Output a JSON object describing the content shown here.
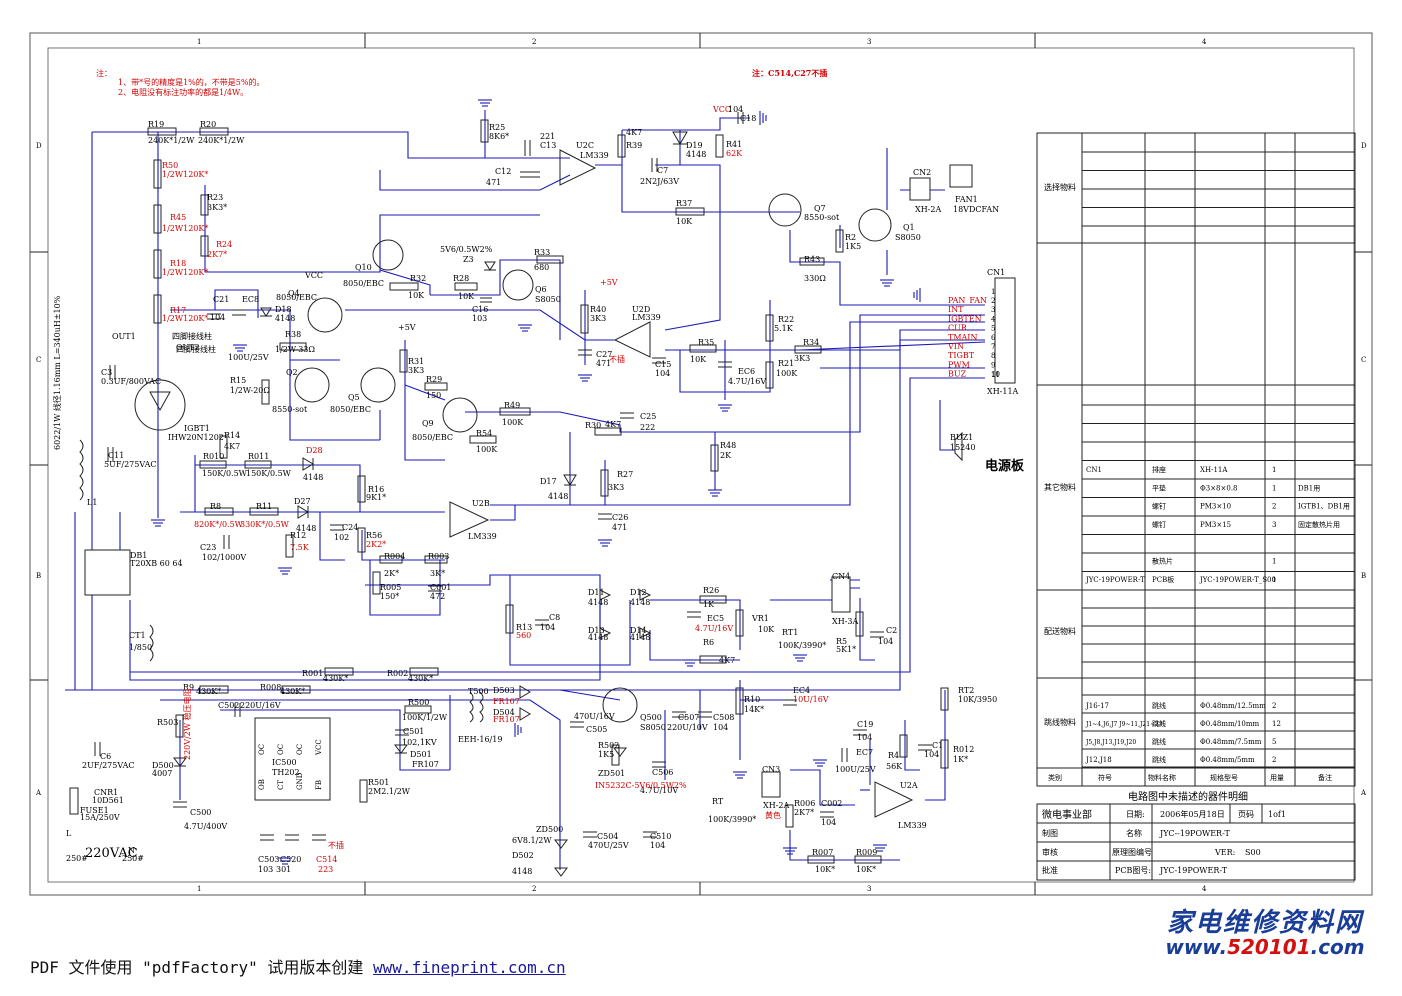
{
  "notes": {
    "title": "注：",
    "line1": "1、带*号的精度是1%的，不带是5%的。",
    "line2": "2、电阻没有标注功率的都是1/4W。",
    "top_note": "注：C514,C27不插"
  },
  "grid": {
    "cols": [
      "1",
      "2",
      "3",
      "4"
    ],
    "rows": [
      "D",
      "C",
      "B",
      "A"
    ]
  },
  "labels": [
    {
      "t": "R19",
      "c": "k"
    },
    {
      "t": "240K*1/2W",
      "c": "k"
    },
    {
      "t": "R20",
      "c": "k"
    },
    {
      "t": "240K*1/2W",
      "c": "k"
    },
    {
      "t": "R50",
      "c": "r"
    },
    {
      "t": "1/2W120K*",
      "c": "r"
    },
    {
      "t": "R45",
      "c": "r"
    },
    {
      "t": "1/2W120K*",
      "c": "r"
    },
    {
      "t": "R18",
      "c": "r"
    },
    {
      "t": "1/2W120K*",
      "c": "r"
    },
    {
      "t": "R17",
      "c": "r"
    },
    {
      "t": "1/2W120K*",
      "c": "r"
    },
    {
      "t": "R23",
      "c": "k"
    },
    {
      "t": "3K3*",
      "c": "k"
    },
    {
      "t": "R24",
      "c": "r"
    },
    {
      "t": "2K7*",
      "c": "r"
    },
    {
      "t": "R25",
      "c": "k"
    },
    {
      "t": "8K6*",
      "c": "k"
    },
    {
      "t": "221",
      "c": "k"
    },
    {
      "t": "C13",
      "c": "k"
    },
    {
      "t": "C12",
      "c": "k"
    },
    {
      "t": "471",
      "c": "k"
    },
    {
      "t": "U2C",
      "c": "k"
    },
    {
      "t": "LM339",
      "c": "k"
    },
    {
      "t": "R39",
      "c": "k"
    },
    {
      "t": "4K7",
      "c": "k"
    },
    {
      "t": "D19",
      "c": "k"
    },
    {
      "t": "4148",
      "c": "k"
    },
    {
      "t": "C7",
      "c": "k"
    },
    {
      "t": "2N2J/63V",
      "c": "k"
    },
    {
      "t": "R41",
      "c": "k"
    },
    {
      "t": "62K",
      "c": "r"
    },
    {
      "t": "VCC",
      "c": "r"
    },
    {
      "t": "C18",
      "c": "k"
    },
    {
      "t": "104",
      "c": "k"
    },
    {
      "t": "R37",
      "c": "k"
    },
    {
      "t": "10K",
      "c": "k"
    },
    {
      "t": "Q7",
      "c": "k"
    },
    {
      "t": "8550-sot",
      "c": "k"
    },
    {
      "t": "Q1",
      "c": "k"
    },
    {
      "t": "S8050",
      "c": "k"
    },
    {
      "t": "R2",
      "c": "k"
    },
    {
      "t": "1K5",
      "c": "k"
    },
    {
      "t": "R43",
      "c": "k"
    },
    {
      "t": "330Ω",
      "c": "k"
    },
    {
      "t": "CN2",
      "c": "k"
    },
    {
      "t": "XH-2A",
      "c": "k"
    },
    {
      "t": "FAN1",
      "c": "k"
    },
    {
      "t": "18VDCFAN",
      "c": "k"
    },
    {
      "t": "Q10",
      "c": "k"
    },
    {
      "t": "8050/EBC",
      "c": "k"
    },
    {
      "t": "R32",
      "c": "k"
    },
    {
      "t": "10K",
      "c": "k"
    },
    {
      "t": "Z3",
      "c": "k"
    },
    {
      "t": "5V6/0.5W2%",
      "c": "k"
    },
    {
      "t": "R28",
      "c": "k"
    },
    {
      "t": "10K",
      "c": "k"
    },
    {
      "t": "C16",
      "c": "k"
    },
    {
      "t": "103",
      "c": "k"
    },
    {
      "t": "R33",
      "c": "k"
    },
    {
      "t": "680",
      "c": "k"
    },
    {
      "t": "Q6",
      "c": "k"
    },
    {
      "t": "S8050",
      "c": "k"
    },
    {
      "t": "R40",
      "c": "k"
    },
    {
      "t": "3K3",
      "c": "k"
    },
    {
      "t": "U2D",
      "c": "k"
    },
    {
      "t": "LM339",
      "c": "k"
    },
    {
      "t": "C27",
      "c": "k"
    },
    {
      "t": "471",
      "c": "k"
    },
    {
      "t": "不插",
      "c": "r"
    },
    {
      "t": "R35",
      "c": "k"
    },
    {
      "t": "10K",
      "c": "k"
    },
    {
      "t": "C15",
      "c": "k"
    },
    {
      "t": "104",
      "c": "k"
    },
    {
      "t": "EC6",
      "c": "k"
    },
    {
      "t": "4.7U/16V",
      "c": "k"
    },
    {
      "t": "R22",
      "c": "k"
    },
    {
      "t": "5.1K",
      "c": "k"
    },
    {
      "t": "R21",
      "c": "k"
    },
    {
      "t": "100K",
      "c": "k"
    },
    {
      "t": "R34",
      "c": "k"
    },
    {
      "t": "3K3",
      "c": "k"
    },
    {
      "t": "CN1",
      "c": "k"
    },
    {
      "t": "XH-11A",
      "c": "k"
    },
    {
      "t": "C21",
      "c": "k"
    },
    {
      "t": "104",
      "c": "k"
    },
    {
      "t": "EC8",
      "c": "k"
    },
    {
      "t": "100U/25V",
      "c": "k"
    },
    {
      "t": "D18",
      "c": "k"
    },
    {
      "t": "4148",
      "c": "k"
    },
    {
      "t": "Q4",
      "c": "k"
    },
    {
      "t": "8050/EBC",
      "c": "k"
    },
    {
      "t": "R38",
      "c": "k"
    },
    {
      "t": "1/2W-33Ω",
      "c": "k"
    },
    {
      "t": "OUT1",
      "c": "k"
    },
    {
      "t": "四脚接线柱",
      "c": "k"
    },
    {
      "t": "OUT2",
      "c": "k"
    },
    {
      "t": "四脚接线柱",
      "c": "k"
    },
    {
      "t": "C3",
      "c": "k"
    },
    {
      "t": "0.3UF/800VAC",
      "c": "k"
    },
    {
      "t": "R15",
      "c": "k"
    },
    {
      "t": "1/2W-20Ω",
      "c": "k"
    },
    {
      "t": "Q2",
      "c": "k"
    },
    {
      "t": "8550-sot",
      "c": "k"
    },
    {
      "t": "Q5",
      "c": "k"
    },
    {
      "t": "8050/EBC",
      "c": "k"
    },
    {
      "t": "R31",
      "c": "k"
    },
    {
      "t": "3K3",
      "c": "k"
    },
    {
      "t": "R29",
      "c": "k"
    },
    {
      "t": "150",
      "c": "k"
    },
    {
      "t": "Q9",
      "c": "k"
    },
    {
      "t": "8050/EBC",
      "c": "k"
    },
    {
      "t": "R49",
      "c": "k"
    },
    {
      "t": "100K",
      "c": "k"
    },
    {
      "t": "R54",
      "c": "k"
    },
    {
      "t": "100K",
      "c": "k"
    },
    {
      "t": "C25",
      "c": "k"
    },
    {
      "t": "222",
      "c": "k"
    },
    {
      "t": "R30",
      "c": "k"
    },
    {
      "t": "4K7",
      "c": "k"
    },
    {
      "t": "R48",
      "c": "k"
    },
    {
      "t": "2K",
      "c": "k"
    },
    {
      "t": "IGBT1",
      "c": "k"
    },
    {
      "t": "IHW20N1202",
      "c": "k"
    },
    {
      "t": "R14",
      "c": "k"
    },
    {
      "t": "4K7",
      "c": "k"
    },
    {
      "t": "C11",
      "c": "k"
    },
    {
      "t": "5UF/275VAC",
      "c": "k"
    },
    {
      "t": "R010",
      "c": "k"
    },
    {
      "t": "150K/0.5W",
      "c": "k"
    },
    {
      "t": "R011",
      "c": "k"
    },
    {
      "t": "150K/0.5W",
      "c": "k"
    },
    {
      "t": "D28",
      "c": "r"
    },
    {
      "t": "4148",
      "c": "k"
    },
    {
      "t": "R16",
      "c": "k"
    },
    {
      "t": "9K1*",
      "c": "k"
    },
    {
      "t": "D17",
      "c": "k"
    },
    {
      "t": "4148",
      "c": "k"
    },
    {
      "t": "R27",
      "c": "k"
    },
    {
      "t": "3K3",
      "c": "k"
    },
    {
      "t": "C26",
      "c": "k"
    },
    {
      "t": "471",
      "c": "k"
    },
    {
      "t": "BUZ1",
      "c": "k"
    },
    {
      "t": "15240",
      "c": "k"
    },
    {
      "t": "R8",
      "c": "k"
    },
    {
      "t": "820K*/0.5W",
      "c": "r"
    },
    {
      "t": "R11",
      "c": "k"
    },
    {
      "t": "330K*/0.5W",
      "c": "r"
    },
    {
      "t": "D27",
      "c": "k"
    },
    {
      "t": "4148",
      "c": "k"
    },
    {
      "t": "C24",
      "c": "k"
    },
    {
      "t": "102",
      "c": "k"
    },
    {
      "t": "R12",
      "c": "k"
    },
    {
      "t": "7.5K",
      "c": "r"
    },
    {
      "t": "C23",
      "c": "k"
    },
    {
      "t": "102/1000V",
      "c": "k"
    },
    {
      "t": "R56",
      "c": "k"
    },
    {
      "t": "2K2*",
      "c": "r"
    },
    {
      "t": "U2B",
      "c": "k"
    },
    {
      "t": "LM339",
      "c": "k"
    },
    {
      "t": "DB1",
      "c": "k"
    },
    {
      "t": "T20XB 60 64",
      "c": "k"
    },
    {
      "t": "R004",
      "c": "k"
    },
    {
      "t": "2K*",
      "c": "k"
    },
    {
      "t": "R003",
      "c": "k"
    },
    {
      "t": "3K*",
      "c": "k"
    },
    {
      "t": "R005",
      "c": "k"
    },
    {
      "t": "150*",
      "c": "k"
    },
    {
      "t": "C001",
      "c": "k"
    },
    {
      "t": "472",
      "c": "k"
    },
    {
      "t": "D11",
      "c": "k"
    },
    {
      "t": "4148",
      "c": "k"
    },
    {
      "t": "D12",
      "c": "k"
    },
    {
      "t": "4148",
      "c": "k"
    },
    {
      "t": "D13",
      "c": "k"
    },
    {
      "t": "4148",
      "c": "k"
    },
    {
      "t": "D14",
      "c": "k"
    },
    {
      "t": "4148",
      "c": "k"
    },
    {
      "t": "R26",
      "c": "k"
    },
    {
      "t": "1K",
      "c": "k"
    },
    {
      "t": "EC5",
      "c": "k"
    },
    {
      "t": "4.7U/16V",
      "c": "r"
    },
    {
      "t": "VR1",
      "c": "k"
    },
    {
      "t": "10K",
      "c": "k"
    },
    {
      "t": "R6",
      "c": "k"
    },
    {
      "t": "4K7",
      "c": "k"
    },
    {
      "t": "R13",
      "c": "k"
    },
    {
      "t": "560",
      "c": "r"
    },
    {
      "t": "C8",
      "c": "k"
    },
    {
      "t": "104",
      "c": "k"
    },
    {
      "t": "CN4",
      "c": "k"
    },
    {
      "t": "XH-3A",
      "c": "k"
    },
    {
      "t": "RT1",
      "c": "k"
    },
    {
      "t": "100K/3990*",
      "c": "k"
    },
    {
      "t": "R5",
      "c": "k"
    },
    {
      "t": "5K1*",
      "c": "k"
    },
    {
      "t": "C2",
      "c": "k"
    },
    {
      "t": "104",
      "c": "k"
    },
    {
      "t": "CT1",
      "c": "k"
    },
    {
      "t": "1/850",
      "c": "k"
    },
    {
      "t": "L1",
      "c": "k"
    },
    {
      "t": "6022/1W 线径1.16mm L=340uH±10%",
      "c": "k"
    },
    {
      "t": "R001",
      "c": "k"
    },
    {
      "t": "430K*",
      "c": "k"
    },
    {
      "t": "R002",
      "c": "k"
    },
    {
      "t": "430K*",
      "c": "k"
    },
    {
      "t": "R9",
      "c": "k"
    },
    {
      "t": "430K*",
      "c": "k"
    },
    {
      "t": "R008",
      "c": "k"
    },
    {
      "t": "430K*",
      "c": "k"
    },
    {
      "t": "R503",
      "c": "k"
    },
    {
      "t": "D500",
      "c": "k"
    },
    {
      "t": "4007",
      "c": "k"
    },
    {
      "t": "C502",
      "c": "k"
    },
    {
      "t": "220U/16V",
      "c": "k"
    },
    {
      "t": "R500",
      "c": "k"
    },
    {
      "t": "100K/1/2W",
      "c": "k"
    },
    {
      "t": "C501",
      "c": "k"
    },
    {
      "t": "102,1KV",
      "c": "k"
    },
    {
      "t": "D501",
      "c": "k"
    },
    {
      "t": "FR107",
      "c": "k"
    },
    {
      "t": "T500",
      "c": "k"
    },
    {
      "t": "EEH-16/19",
      "c": "k"
    },
    {
      "t": "D503",
      "c": "k"
    },
    {
      "t": "FR107",
      "c": "r"
    },
    {
      "t": "D504",
      "c": "k"
    },
    {
      "t": "FR107",
      "c": "r"
    },
    {
      "t": "C505",
      "c": "k"
    },
    {
      "t": "470U/16V",
      "c": "k"
    },
    {
      "t": "Q500",
      "c": "k"
    },
    {
      "t": "S8050",
      "c": "k"
    },
    {
      "t": "C507",
      "c": "k"
    },
    {
      "t": "220U/10V",
      "c": "k"
    },
    {
      "t": "C508",
      "c": "k"
    },
    {
      "t": "104",
      "c": "k"
    },
    {
      "t": "R502",
      "c": "k"
    },
    {
      "t": "1K5",
      "c": "k"
    },
    {
      "t": "C506",
      "c": "k"
    },
    {
      "t": "4.7U/10V",
      "c": "k"
    },
    {
      "t": "ZD501",
      "c": "k"
    },
    {
      "t": "IN5232C-5V6/0.5W2%",
      "c": "r"
    },
    {
      "t": "R10",
      "c": "k"
    },
    {
      "t": "14K*",
      "c": "k"
    },
    {
      "t": "EC4",
      "c": "k"
    },
    {
      "t": "10U/16V",
      "c": "r"
    },
    {
      "t": "RT2",
      "c": "k"
    },
    {
      "t": "10K/3950",
      "c": "k"
    },
    {
      "t": "C19",
      "c": "k"
    },
    {
      "t": "104",
      "c": "k"
    },
    {
      "t": "EC7",
      "c": "k"
    },
    {
      "t": "100U/25V",
      "c": "k"
    },
    {
      "t": "R4",
      "c": "k"
    },
    {
      "t": "56K",
      "c": "k"
    },
    {
      "t": "C1",
      "c": "k"
    },
    {
      "t": "104",
      "c": "k"
    },
    {
      "t": "R012",
      "c": "k"
    },
    {
      "t": "1K*",
      "c": "k"
    },
    {
      "t": "U2A",
      "c": "k"
    },
    {
      "t": "LM339",
      "c": "k"
    },
    {
      "t": "CN3",
      "c": "k"
    },
    {
      "t": "XH-2A",
      "c": "k"
    },
    {
      "t": "黄色",
      "c": "r"
    },
    {
      "t": "RT",
      "c": "k"
    },
    {
      "t": "100K/3990*",
      "c": "k"
    },
    {
      "t": "R006",
      "c": "k"
    },
    {
      "t": "2K7*",
      "c": "k"
    },
    {
      "t": "C002",
      "c": "k"
    },
    {
      "t": "104",
      "c": "k"
    },
    {
      "t": "R007",
      "c": "k"
    },
    {
      "t": "10K*",
      "c": "k"
    },
    {
      "t": "R009",
      "c": "k"
    },
    {
      "t": "10K*",
      "c": "k"
    },
    {
      "t": "C6",
      "c": "k"
    },
    {
      "t": "2UF/275VAC",
      "c": "k"
    },
    {
      "t": "CNR1",
      "c": "k"
    },
    {
      "t": "10D561",
      "c": "k"
    },
    {
      "t": "FUSE1",
      "c": "k"
    },
    {
      "t": "15A/250V",
      "c": "k"
    },
    {
      "t": "C500",
      "c": "k"
    },
    {
      "t": "4.7U/400V",
      "c": "k"
    },
    {
      "t": "IC500",
      "c": "k"
    },
    {
      "t": "TH202",
      "c": "k"
    },
    {
      "t": "R501",
      "c": "k"
    },
    {
      "t": "2M2.1/2W",
      "c": "k"
    },
    {
      "t": "ZD500",
      "c": "k"
    },
    {
      "t": "6V8.1/2W",
      "c": "k"
    },
    {
      "t": "C504",
      "c": "k"
    },
    {
      "t": "470U/25V",
      "c": "k"
    },
    {
      "t": "C510",
      "c": "k"
    },
    {
      "t": "104",
      "c": "k"
    },
    {
      "t": "D502",
      "c": "k"
    },
    {
      "t": "4148",
      "c": "k"
    },
    {
      "t": "C503",
      "c": "k"
    },
    {
      "t": "103",
      "c": "k"
    },
    {
      "t": "C520",
      "c": "k"
    },
    {
      "t": "301",
      "c": "k"
    },
    {
      "t": "C514",
      "c": "r"
    },
    {
      "t": "223",
      "c": "r"
    },
    {
      "t": "不插",
      "c": "r"
    },
    {
      "t": "VCC",
      "c": "k"
    },
    {
      "t": "+5V",
      "c": "r"
    },
    {
      "t": "+5V",
      "c": "k"
    },
    {
      "t": "220V/2W 稳压电阻",
      "c": "r"
    },
    {
      "t": "L",
      "c": "k"
    },
    {
      "t": "250#",
      "c": "k"
    },
    {
      "t": "N",
      "c": "k"
    },
    {
      "t": "250#",
      "c": "k"
    }
  ],
  "cn1_pins": [
    "PAN_FAN",
    "INT",
    "IGBTEN",
    "CUR",
    "TMAIN",
    "VIN",
    "TIGBT",
    "PWM",
    "BUZ"
  ],
  "board_label": "电源板",
  "big_label": "220VAC",
  "ic_pins": [
    "OC",
    "OC",
    "OC",
    "VCC",
    "OB",
    "CT",
    "GND",
    "FB"
  ],
  "bom": {
    "sections": [
      "选择物料",
      "其它物料",
      "配送物料",
      "跳线物料"
    ],
    "other_rows": [
      [
        "CN1",
        "排座",
        "XH-11A",
        "1",
        ""
      ],
      [
        "",
        "平垫",
        "Φ3×8×0.8",
        "1",
        "DB1用"
      ],
      [
        "",
        "螺钉",
        "PM3×10",
        "2",
        "IGTB1、DB1用"
      ],
      [
        "",
        "螺钉",
        "PM3×15",
        "3",
        "固定散热片用"
      ],
      [
        "",
        "",
        "",
        "",
        ""
      ],
      [
        "",
        "散热片",
        "",
        "1",
        ""
      ],
      [
        "JYC-19POWER-T",
        "PCB板",
        "JYC-19POWER-T_S00",
        "1",
        ""
      ]
    ],
    "jumper_rows": [
      [
        "J16-17",
        "跳线",
        "Φ0.48mm/12.5mm",
        "2",
        ""
      ],
      [
        "J1~4,J6,J7 J9~11,J21~23",
        "跳线",
        "Φ0.48mm/10mm",
        "12",
        ""
      ],
      [
        "J5,J8,J13,J19,J20",
        "跳线",
        "Φ0.48mm/7.5mm",
        "5",
        ""
      ],
      [
        "J12,J18",
        "跳线",
        "Φ0.48mm/5mm",
        "2",
        ""
      ]
    ],
    "headers": [
      "类别",
      "符号",
      "物料名称",
      "规格型号",
      "用量",
      "备注"
    ],
    "caption": "电路图中未描述的器件明细"
  },
  "title_block": {
    "company": "微电事业部",
    "date_label": "日期:",
    "date": "2006年05月18日",
    "page_label": "页码",
    "page": "1of1",
    "made_label": "制图",
    "name_label": "名称",
    "name": "JYC--19POWER-T",
    "review_label": "审核",
    "schem_label": "原理图编号",
    "ver_label": "VER:",
    "ver": "S00",
    "approve_label": "批准",
    "pcb_label": "PCB图号:",
    "pcb": "JYC-19POWER-T"
  },
  "watermark": {
    "line1": "家电维修资料网",
    "line2a": "www.",
    "line2b": "520101",
    "line2c": ".com"
  },
  "footer": {
    "text": "PDF 文件使用 \"pdfFactory\" 试用版本创建 ",
    "link": "www.fineprint.com.cn"
  }
}
